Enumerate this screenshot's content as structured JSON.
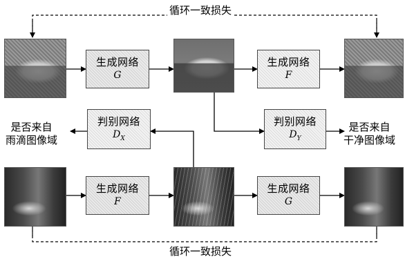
{
  "cycle_loss_top": "循环一致损失",
  "cycle_loss_bottom": "循环一致损失",
  "top_row": {
    "gen_g": {
      "title": "生成网络",
      "var": "G"
    },
    "gen_f": {
      "title": "生成网络",
      "var": "F"
    }
  },
  "middle_row": {
    "disc_x": {
      "title": "判别网络",
      "var_main": "D",
      "var_sub": "X"
    },
    "disc_y": {
      "title": "判别网络",
      "var_main": "D",
      "var_sub": "Y"
    },
    "left_label_1": "是否来自",
    "left_label_2": "雨滴图像域",
    "right_label_1": "是否来自",
    "right_label_2": "干净图像域"
  },
  "bottom_row": {
    "gen_f": {
      "title": "生成网络",
      "var": "F"
    },
    "gen_g": {
      "title": "生成网络",
      "var": "G"
    }
  }
}
